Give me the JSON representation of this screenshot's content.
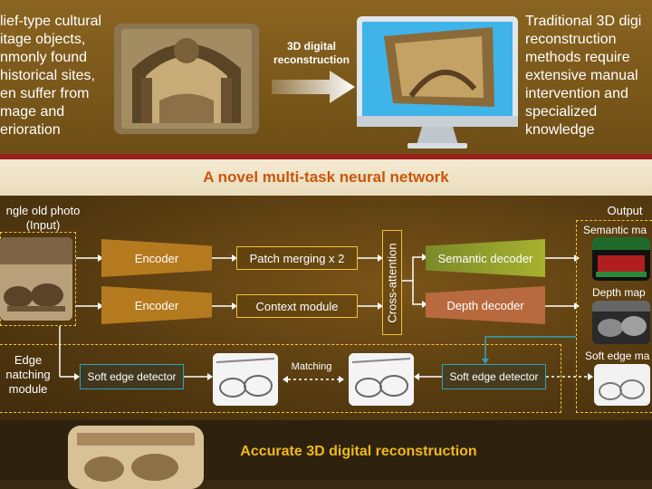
{
  "top": {
    "left_text": [
      "lief-type cultural",
      "itage objects,",
      "nmonly found",
      "historical sites,",
      "en suffer from",
      "mage and",
      "erioration"
    ],
    "arrow_label": [
      "3D digital",
      "reconstruction"
    ],
    "right_text": [
      "Traditional 3D digi",
      "reconstruction",
      "methods require",
      "extensive manual",
      "intervention and",
      "specialized",
      "knowledge"
    ]
  },
  "title": "A novel multi-task neural network",
  "diagram": {
    "input_label": [
      "ngle old photo",
      "(Input)"
    ],
    "output_label": "Output",
    "encoder1": "Encoder",
    "encoder2": "Encoder",
    "patch_merging": "Patch merging x 2",
    "context_module": "Context module",
    "cross_attention": "Cross-attention",
    "semantic_decoder": "Semantic decoder",
    "depth_decoder": "Depth decoder",
    "semantic_map": "Semantic ma",
    "depth_map": "Depth map",
    "soft_edge_map": "Soft edge ma",
    "edge_module": [
      "Edge",
      "natching",
      "module"
    ],
    "soft_edge_detector_left": "Soft edge detector",
    "soft_edge_detector_right": "Soft edge detector",
    "matching": "Matching"
  },
  "bottom_text": "Accurate 3D digital reconstruction",
  "colors": {
    "accent": "#c9560b",
    "title_text": "#c9560b",
    "box_border": "#f3c23a",
    "teal": "#2fa3b8",
    "red_line": "#9b1f1a"
  }
}
